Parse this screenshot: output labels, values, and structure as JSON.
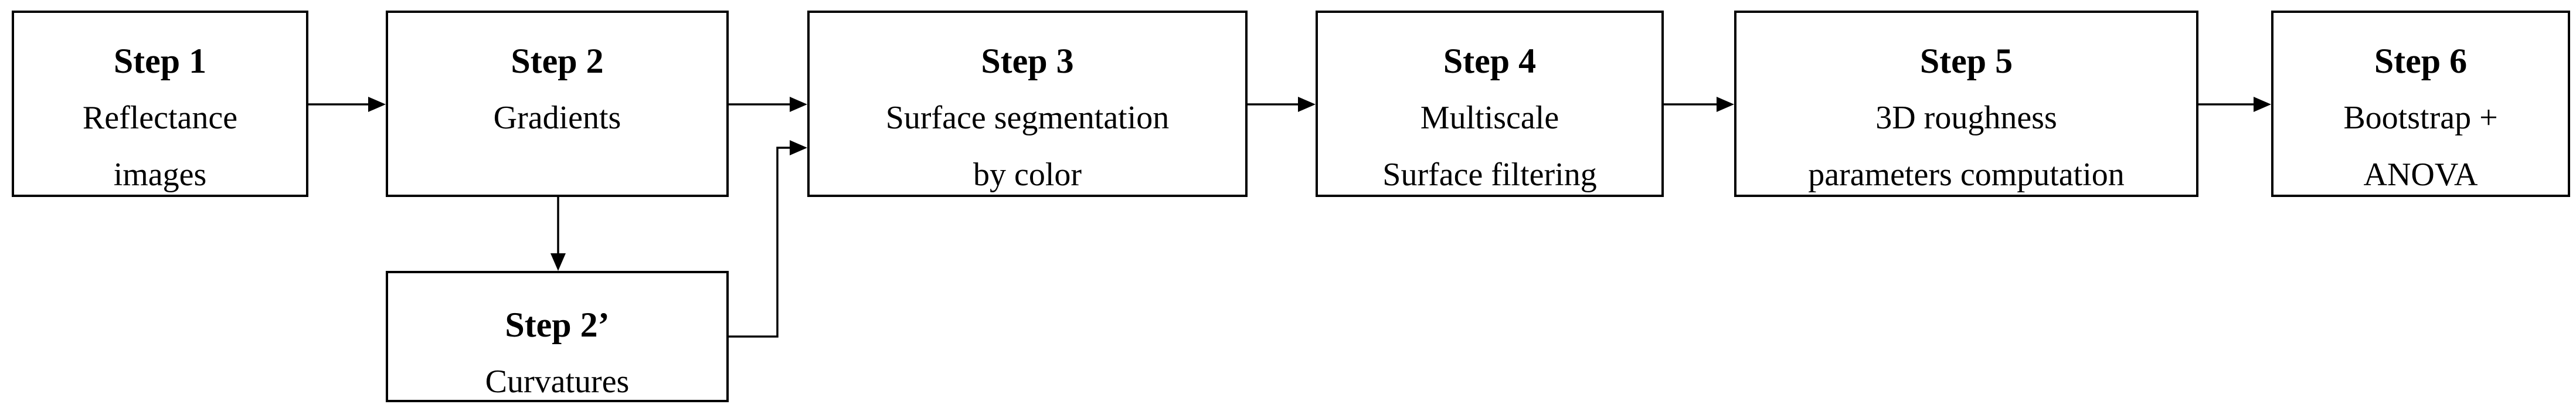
{
  "diagram": {
    "description": "Six-step flowchart of a surface analysis pipeline with an alternate sub-step",
    "steps": [
      {
        "id": "step1",
        "title": "Step 1",
        "lines": [
          "Reflectance",
          "images"
        ]
      },
      {
        "id": "step2",
        "title": "Step 2",
        "lines": [
          "Gradients"
        ]
      },
      {
        "id": "step2p",
        "title": "Step 2’",
        "lines": [
          "Curvatures"
        ]
      },
      {
        "id": "step3",
        "title": "Step 3",
        "lines": [
          "Surface segmentation",
          "by color"
        ]
      },
      {
        "id": "step4",
        "title": "Step 4",
        "lines": [
          "Multiscale",
          "Surface filtering"
        ]
      },
      {
        "id": "step5",
        "title": "Step 5",
        "lines": [
          "3D roughness",
          "parameters computation"
        ]
      },
      {
        "id": "step6",
        "title": "Step 6",
        "lines": [
          "Bootstrap +",
          "ANOVA"
        ]
      }
    ],
    "connections": [
      {
        "from": "step1",
        "to": "step2",
        "type": "straight-right"
      },
      {
        "from": "step2",
        "to": "step3",
        "type": "straight-right"
      },
      {
        "from": "step2",
        "to": "step2p",
        "type": "straight-down"
      },
      {
        "from": "step2p",
        "to": "step3",
        "type": "elbow-right-up-right"
      },
      {
        "from": "step3",
        "to": "step4",
        "type": "straight-right"
      },
      {
        "from": "step4",
        "to": "step5",
        "type": "straight-right"
      },
      {
        "from": "step5",
        "to": "step6",
        "type": "straight-right"
      }
    ],
    "colors": {
      "background": "#ffffff",
      "box_fill": "#ffffff",
      "box_border": "#000000",
      "arrow": "#000000",
      "text": "#000000"
    }
  }
}
